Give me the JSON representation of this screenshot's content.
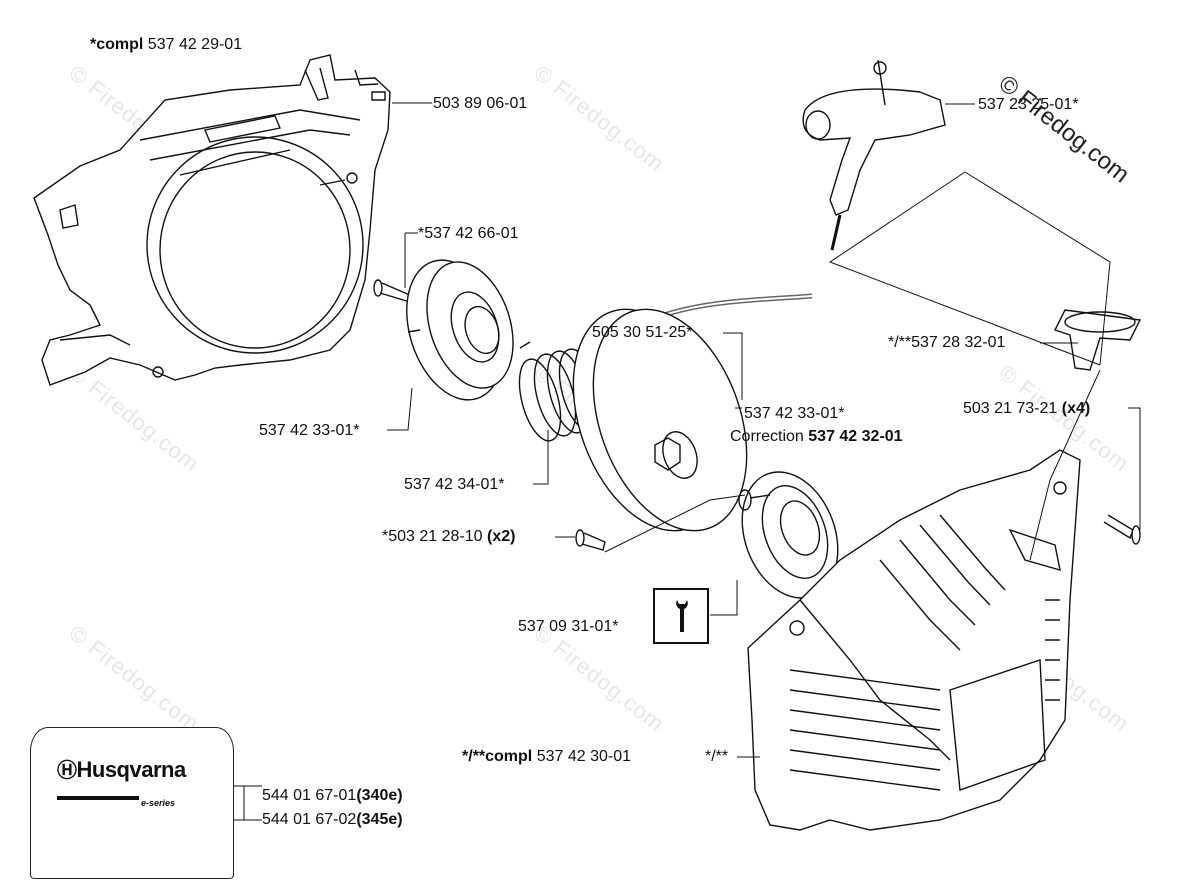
{
  "watermark": "© Firedog.com",
  "copyright": "© Firedog.com",
  "labels": {
    "compl_top_prefix": "*compl",
    "compl_top_number": "537 42 29-01",
    "housing_part": "503 89 06-01",
    "handle_part": "537 23 25-01*",
    "screw_center": "*537 42 66-01",
    "spring_rope": "505 30 51-25*",
    "guide_part": "*/**537 28 32-01",
    "pulley_left": "537 42 33-01*",
    "pulley_right": "537 42 33-01*",
    "correction_prefix": "Correction",
    "correction_number": "537 42 32-01",
    "screw_right_number": "503 21 73-21",
    "screw_right_qty": "(x4)",
    "spring_part": "537 42 34-01*",
    "screw_bottom_number": "*503 21 28-10",
    "screw_bottom_qty": "(x2)",
    "spring_cassette": "537 09 31-01*",
    "compl_bottom_prefix": "*/**compl",
    "compl_bottom_number": "537 42 30-01",
    "cover_marker": "*/**",
    "decal_1_number": "544 01 67-01",
    "decal_1_model": "(340e)",
    "decal_2_number": "544 01 67-02",
    "decal_2_model": "(345e)"
  },
  "logo": {
    "brand": "Husqvarna",
    "series": "e-series"
  }
}
